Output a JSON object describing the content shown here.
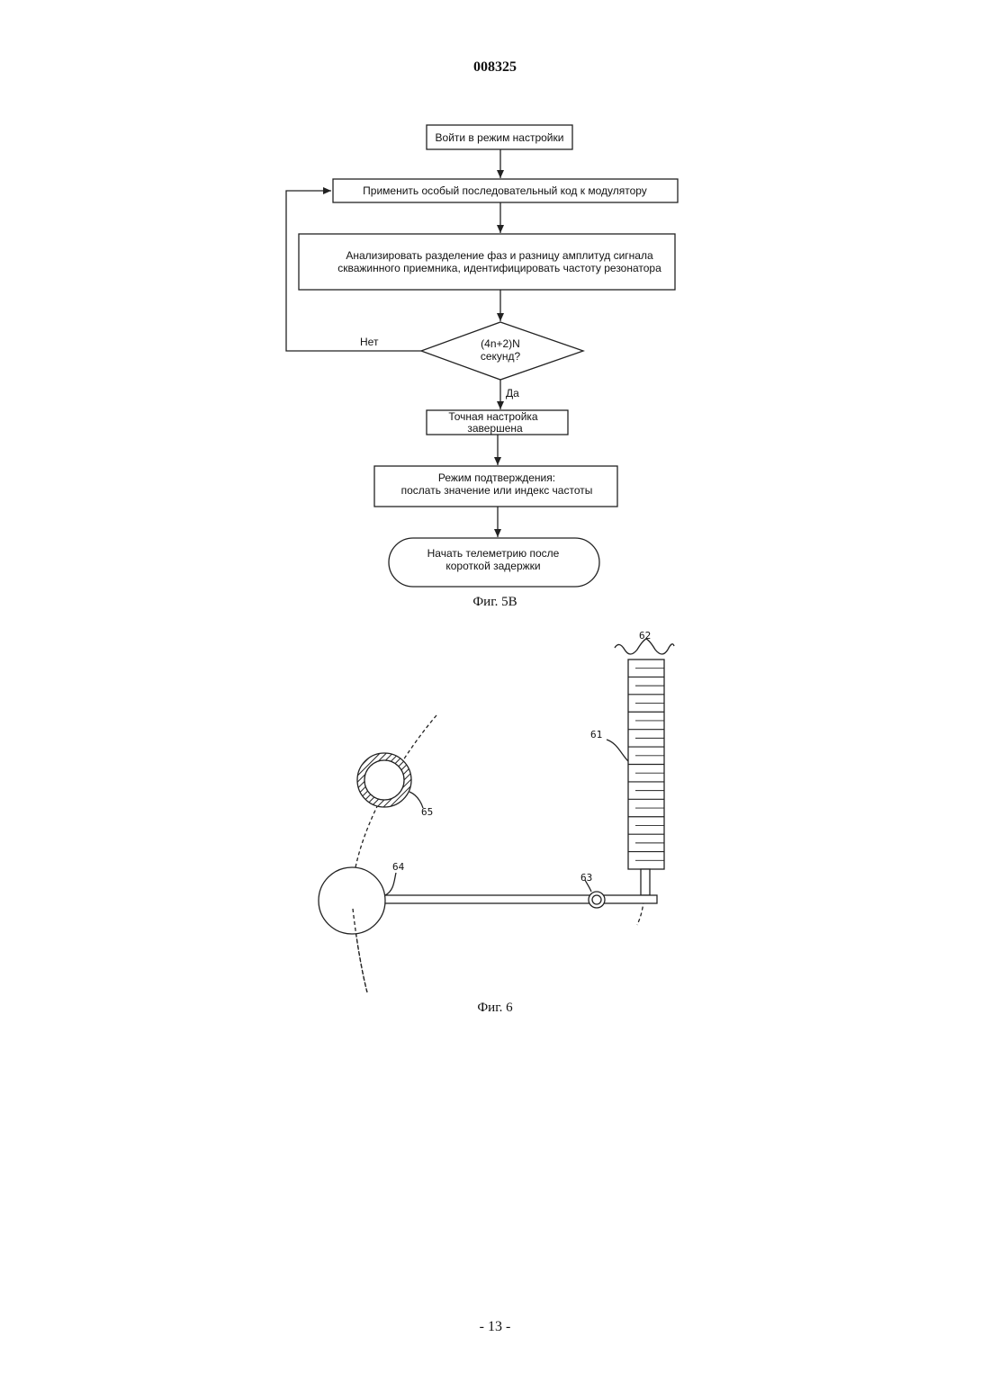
{
  "header": {
    "doc_number": "008325"
  },
  "figure_5b": {
    "caption": "Фиг. 5В",
    "steps": {
      "enter_setup": "Войти в режим настройки",
      "apply_code": "Применить особый последовательный код к модулятору",
      "analyze_line1": "Анализировать разделение фаз и разницу амплитуд сигнала",
      "analyze_line2": "скважинного приемника, идентифицировать частоту резонатора",
      "decision_line1": "(4n+2)N",
      "decision_line2": "секунд?",
      "no_label": "Нет",
      "yes_label": "Да",
      "tuning_line1": "Точная настройка",
      "tuning_line2": "завершена",
      "confirm_line1": "Режим подтверждения:",
      "confirm_line2": "послать значение или индекс частоты",
      "start_line1": "Начать телеметрию после",
      "start_line2": "короткой задержки"
    }
  },
  "figure_6": {
    "caption": "Фиг. 6",
    "labels": {
      "ref_61": "61",
      "ref_62": "62",
      "ref_63": "63",
      "ref_64": "64",
      "ref_65": "65"
    }
  },
  "footer": {
    "page_number": "- 13 -"
  }
}
